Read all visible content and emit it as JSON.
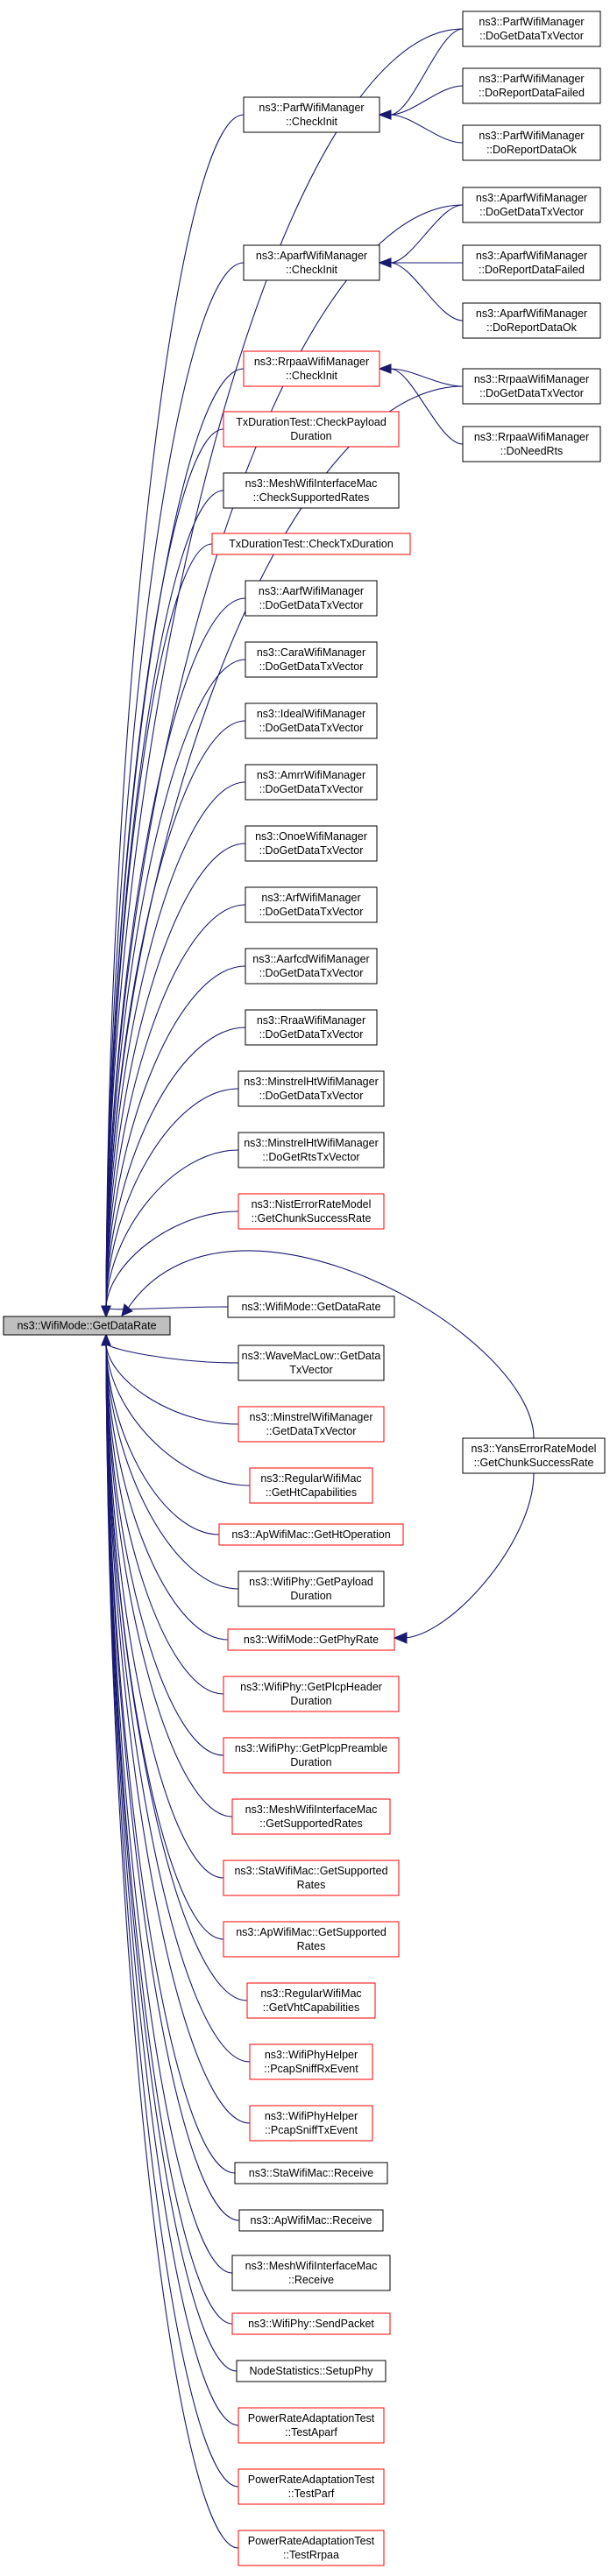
{
  "root": {
    "id": "root",
    "lines": [
      "ns3::WifiMode::GetDataRate"
    ]
  },
  "callers": [
    {
      "id": "parf_checkinit",
      "lines": [
        "ns3::ParfWifiManager",
        "::CheckInit"
      ],
      "border": "black"
    },
    {
      "id": "parf_dogetdatatx",
      "lines": [
        "ns3::ParfWifiManager",
        "::DoGetDataTxVector"
      ],
      "border": "black"
    },
    {
      "id": "parf_doreportdatafailed",
      "lines": [
        "ns3::ParfWifiManager",
        "::DoReportDataFailed"
      ],
      "border": "black"
    },
    {
      "id": "parf_doreportdataok",
      "lines": [
        "ns3::ParfWifiManager",
        "::DoReportDataOk"
      ],
      "border": "black"
    },
    {
      "id": "aparf_checkinit",
      "lines": [
        "ns3::AparfWifiManager",
        "::CheckInit"
      ],
      "border": "black"
    },
    {
      "id": "aparf_dogetdatatx",
      "lines": [
        "ns3::AparfWifiManager",
        "::DoGetDataTxVector"
      ],
      "border": "black"
    },
    {
      "id": "aparf_doreportdatafailed",
      "lines": [
        "ns3::AparfWifiManager",
        "::DoReportDataFailed"
      ],
      "border": "black"
    },
    {
      "id": "aparf_doreportdataok",
      "lines": [
        "ns3::AparfWifiManager",
        "::DoReportDataOk"
      ],
      "border": "black"
    },
    {
      "id": "rrpaa_checkinit",
      "lines": [
        "ns3::RrpaaWifiManager",
        "::CheckInit"
      ],
      "border": "red"
    },
    {
      "id": "rrpaa_dogetdatatx",
      "lines": [
        "ns3::RrpaaWifiManager",
        "::DoGetDataTxVector"
      ],
      "border": "black"
    },
    {
      "id": "rrpaa_doneedrts",
      "lines": [
        "ns3::RrpaaWifiManager",
        "::DoNeedRts"
      ],
      "border": "black"
    },
    {
      "id": "txduration_checkpayload",
      "lines": [
        "TxDurationTest::CheckPayload",
        "Duration"
      ],
      "border": "red"
    },
    {
      "id": "mesh_checksupportedrates",
      "lines": [
        "ns3::MeshWifiInterfaceMac",
        "::CheckSupportedRates"
      ],
      "border": "black"
    },
    {
      "id": "txduration_checktxduration",
      "lines": [
        "TxDurationTest::CheckTxDuration"
      ],
      "border": "red"
    },
    {
      "id": "aarf_dogetdatatx",
      "lines": [
        "ns3::AarfWifiManager",
        "::DoGetDataTxVector"
      ],
      "border": "black"
    },
    {
      "id": "cara_dogetdatatx",
      "lines": [
        "ns3::CaraWifiManager",
        "::DoGetDataTxVector"
      ],
      "border": "black"
    },
    {
      "id": "ideal_dogetdatatx",
      "lines": [
        "ns3::IdealWifiManager",
        "::DoGetDataTxVector"
      ],
      "border": "black"
    },
    {
      "id": "amrr_dogetdatatx",
      "lines": [
        "ns3::AmrrWifiManager",
        "::DoGetDataTxVector"
      ],
      "border": "black"
    },
    {
      "id": "onoe_dogetdatatx",
      "lines": [
        "ns3::OnoeWifiManager",
        "::DoGetDataTxVector"
      ],
      "border": "black"
    },
    {
      "id": "arf_dogetdatatx",
      "lines": [
        "ns3::ArfWifiManager",
        "::DoGetDataTxVector"
      ],
      "border": "black"
    },
    {
      "id": "aarfcd_dogetdatatx",
      "lines": [
        "ns3::AarfcdWifiManager",
        "::DoGetDataTxVector"
      ],
      "border": "black"
    },
    {
      "id": "rraa_dogetdatatx",
      "lines": [
        "ns3::RraaWifiManager",
        "::DoGetDataTxVector"
      ],
      "border": "black"
    },
    {
      "id": "minstrelht_dogetdatatx",
      "lines": [
        "ns3::MinstrelHtWifiManager",
        "::DoGetDataTxVector"
      ],
      "border": "black"
    },
    {
      "id": "minstrelht_dogetrtstx",
      "lines": [
        "ns3::MinstrelHtWifiManager",
        "::DoGetRtsTxVector"
      ],
      "border": "black"
    },
    {
      "id": "nist_getchunksuccessrate",
      "lines": [
        "ns3::NistErrorRateModel",
        "::GetChunkSuccessRate"
      ],
      "border": "red"
    },
    {
      "id": "wifimode_getdatarate",
      "lines": [
        "ns3::WifiMode::GetDataRate"
      ],
      "border": "black"
    },
    {
      "id": "wavemaclow_getdatatx",
      "lines": [
        "ns3::WaveMacLow::GetData",
        "TxVector"
      ],
      "border": "black"
    },
    {
      "id": "minstrel_getdatatx",
      "lines": [
        "ns3::MinstrelWifiManager",
        "::GetDataTxVector"
      ],
      "border": "red"
    },
    {
      "id": "regularmac_gethtcap",
      "lines": [
        "ns3::RegularWifiMac",
        "::GetHtCapabilities"
      ],
      "border": "red"
    },
    {
      "id": "apmac_gethtoperation",
      "lines": [
        "ns3::ApWifiMac::GetHtOperation"
      ],
      "border": "red"
    },
    {
      "id": "wifiphy_getpayloadduration",
      "lines": [
        "ns3::WifiPhy::GetPayload",
        "Duration"
      ],
      "border": "black"
    },
    {
      "id": "wifimode_getphyrate",
      "lines": [
        "ns3::WifiMode::GetPhyRate"
      ],
      "border": "red"
    },
    {
      "id": "yans_getchunksuccessrate",
      "lines": [
        "ns3::YansErrorRateModel",
        "::GetChunkSuccessRate"
      ],
      "border": "black"
    },
    {
      "id": "wifiphy_getplcpheader",
      "lines": [
        "ns3::WifiPhy::GetPlcpHeader",
        "Duration"
      ],
      "border": "red"
    },
    {
      "id": "wifiphy_getplcppreamble",
      "lines": [
        "ns3::WifiPhy::GetPlcpPreamble",
        "Duration"
      ],
      "border": "red"
    },
    {
      "id": "mesh_getsupportedrates",
      "lines": [
        "ns3::MeshWifiInterfaceMac",
        "::GetSupportedRates"
      ],
      "border": "red"
    },
    {
      "id": "stamac_getsupportedrates",
      "lines": [
        "ns3::StaWifiMac::GetSupported",
        "Rates"
      ],
      "border": "red"
    },
    {
      "id": "apmac_getsupportedrates",
      "lines": [
        "ns3::ApWifiMac::GetSupported",
        "Rates"
      ],
      "border": "red"
    },
    {
      "id": "regularmac_getvhtcap",
      "lines": [
        "ns3::RegularWifiMac",
        "::GetVhtCapabilities"
      ],
      "border": "red"
    },
    {
      "id": "phyhelper_pcapsniffrx",
      "lines": [
        "ns3::WifiPhyHelper",
        "::PcapSniffRxEvent"
      ],
      "border": "red"
    },
    {
      "id": "phyhelper_pcapsnifftx",
      "lines": [
        "ns3::WifiPhyHelper",
        "::PcapSniffTxEvent"
      ],
      "border": "red"
    },
    {
      "id": "stamac_receive",
      "lines": [
        "ns3::StaWifiMac::Receive"
      ],
      "border": "black"
    },
    {
      "id": "apmac_receive",
      "lines": [
        "ns3::ApWifiMac::Receive"
      ],
      "border": "black"
    },
    {
      "id": "mesh_receive",
      "lines": [
        "ns3::MeshWifiInterfaceMac",
        "::Receive"
      ],
      "border": "black"
    },
    {
      "id": "wifiphy_sendpacket",
      "lines": [
        "ns3::WifiPhy::SendPacket"
      ],
      "border": "red"
    },
    {
      "id": "nodestats_setupphy",
      "lines": [
        "NodeStatistics::SetupPhy"
      ],
      "border": "black"
    },
    {
      "id": "prat_testaparf",
      "lines": [
        "PowerRateAdaptationTest",
        "::TestAparf"
      ],
      "border": "red"
    },
    {
      "id": "prat_testparf",
      "lines": [
        "PowerRateAdaptationTest",
        "::TestParf"
      ],
      "border": "red"
    },
    {
      "id": "prat_testrrpaa",
      "lines": [
        "PowerRateAdaptationTest",
        "::TestRrpaa"
      ],
      "border": "red"
    }
  ],
  "edges": [
    [
      "root",
      "parf_checkinit"
    ],
    [
      "root",
      "parf_dogetdatatx"
    ],
    [
      "parf_checkinit",
      "parf_dogetdatatx"
    ],
    [
      "parf_checkinit",
      "parf_doreportdatafailed"
    ],
    [
      "parf_checkinit",
      "parf_doreportdataok"
    ],
    [
      "root",
      "aparf_checkinit"
    ],
    [
      "root",
      "aparf_dogetdatatx"
    ],
    [
      "aparf_checkinit",
      "aparf_dogetdatatx"
    ],
    [
      "aparf_checkinit",
      "aparf_doreportdatafailed"
    ],
    [
      "aparf_checkinit",
      "aparf_doreportdataok"
    ],
    [
      "root",
      "rrpaa_checkinit"
    ],
    [
      "root",
      "rrpaa_dogetdatatx"
    ],
    [
      "rrpaa_checkinit",
      "rrpaa_dogetdatatx"
    ],
    [
      "rrpaa_checkinit",
      "rrpaa_doneedrts"
    ],
    [
      "root",
      "txduration_checkpayload"
    ],
    [
      "root",
      "mesh_checksupportedrates"
    ],
    [
      "root",
      "txduration_checktxduration"
    ],
    [
      "root",
      "aarf_dogetdatatx"
    ],
    [
      "root",
      "cara_dogetdatatx"
    ],
    [
      "root",
      "ideal_dogetdatatx"
    ],
    [
      "root",
      "amrr_dogetdatatx"
    ],
    [
      "root",
      "onoe_dogetdatatx"
    ],
    [
      "root",
      "arf_dogetdatatx"
    ],
    [
      "root",
      "aarfcd_dogetdatatx"
    ],
    [
      "root",
      "rraa_dogetdatatx"
    ],
    [
      "root",
      "minstrelht_dogetdatatx"
    ],
    [
      "root",
      "minstrelht_dogetrtstx"
    ],
    [
      "root",
      "nist_getchunksuccessrate"
    ],
    [
      "root",
      "yans_getchunksuccessrate"
    ],
    [
      "root",
      "wifimode_getdatarate"
    ],
    [
      "root",
      "wavemaclow_getdatatx"
    ],
    [
      "root",
      "minstrel_getdatatx"
    ],
    [
      "root",
      "regularmac_gethtcap"
    ],
    [
      "root",
      "apmac_gethtoperation"
    ],
    [
      "root",
      "wifiphy_getpayloadduration"
    ],
    [
      "root",
      "wifimode_getphyrate"
    ],
    [
      "wifimode_getphyrate",
      "yans_getchunksuccessrate"
    ],
    [
      "root",
      "wifiphy_getplcpheader"
    ],
    [
      "root",
      "wifiphy_getplcppreamble"
    ],
    [
      "root",
      "mesh_getsupportedrates"
    ],
    [
      "root",
      "stamac_getsupportedrates"
    ],
    [
      "root",
      "apmac_getsupportedrates"
    ],
    [
      "root",
      "regularmac_getvhtcap"
    ],
    [
      "root",
      "phyhelper_pcapsniffrx"
    ],
    [
      "root",
      "phyhelper_pcapsnifftx"
    ],
    [
      "root",
      "stamac_receive"
    ],
    [
      "root",
      "apmac_receive"
    ],
    [
      "root",
      "mesh_receive"
    ],
    [
      "root",
      "wifiphy_sendpacket"
    ],
    [
      "root",
      "nodestats_setupphy"
    ],
    [
      "root",
      "prat_testaparf"
    ],
    [
      "root",
      "prat_testparf"
    ],
    [
      "root",
      "prat_testrrpaa"
    ]
  ]
}
